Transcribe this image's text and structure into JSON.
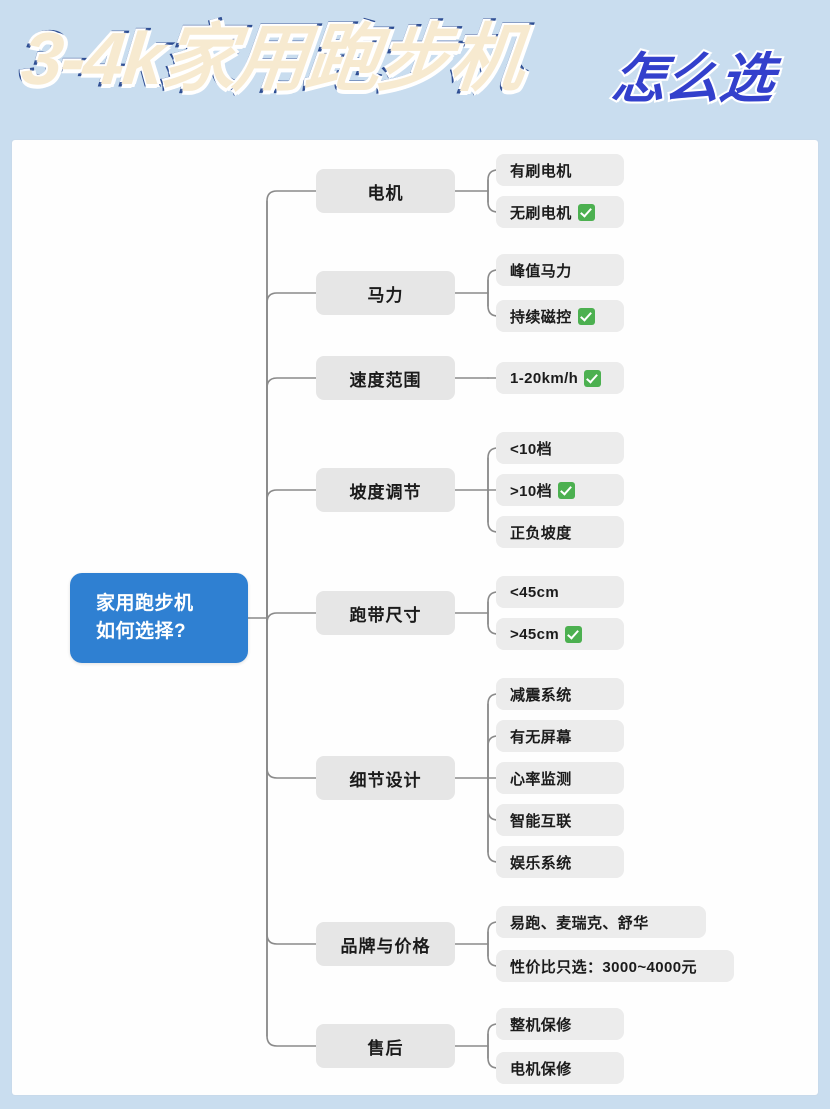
{
  "banner": {
    "title_main": "3-4k家用跑步机",
    "title_sub": "怎么选",
    "bg_color": "#c9ddef",
    "title_fill": "#f7ead0",
    "title_stroke": "#2c4c92",
    "sub_color": "#3340cc"
  },
  "mindmap": {
    "root": {
      "line1": "家用跑步机",
      "line2": "如何选择?",
      "color": "#2f80d2"
    },
    "branch_color": "#e6e6e6",
    "leaf_color": "#ececec",
    "edge_color": "#8a8a8a",
    "check_color": "#4cb050",
    "branches": [
      {
        "label": "电机",
        "children": [
          {
            "text": "有刷电机",
            "check": false
          },
          {
            "text": "无刷电机",
            "check": true
          }
        ]
      },
      {
        "label": "马力",
        "children": [
          {
            "text": "峰值马力",
            "check": false
          },
          {
            "text": "持续磁控",
            "check": true
          }
        ]
      },
      {
        "label": "速度范围",
        "children": [
          {
            "text": "1-20km/h",
            "check": true
          }
        ]
      },
      {
        "label": "坡度调节",
        "children": [
          {
            "text": "<10档",
            "check": false
          },
          {
            "text": ">10档",
            "check": true
          },
          {
            "text": "正负坡度",
            "check": false
          }
        ]
      },
      {
        "label": "跑带尺寸",
        "children": [
          {
            "text": "<45cm",
            "check": false
          },
          {
            "text": ">45cm",
            "check": true
          }
        ]
      },
      {
        "label": "细节设计",
        "children": [
          {
            "text": "减震系统",
            "check": false
          },
          {
            "text": "有无屏幕",
            "check": false
          },
          {
            "text": "心率监测",
            "check": false
          },
          {
            "text": "智能互联",
            "check": false
          },
          {
            "text": "娱乐系统",
            "check": false
          }
        ]
      },
      {
        "label": "品牌与价格",
        "children": [
          {
            "text": "易跑、麦瑞克、舒华",
            "check": false
          },
          {
            "text": "性价比只选：3000~4000元",
            "check": false
          }
        ]
      },
      {
        "label": "售后",
        "children": [
          {
            "text": "整机保修",
            "check": false
          },
          {
            "text": "电机保修",
            "check": false
          }
        ]
      }
    ]
  }
}
